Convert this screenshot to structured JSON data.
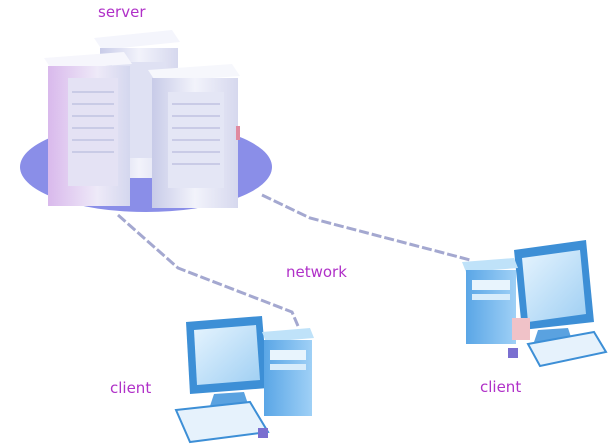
{
  "labels": {
    "server": "server",
    "network": "network",
    "client_left": "client",
    "client_right": "client"
  },
  "colors": {
    "label": "#b030c8",
    "platform": "#8a8ee8",
    "tower_light": "#eceef8",
    "tower_shade": "#c6c9e6",
    "cable": "#a0a4cc",
    "monitor_frame": "#3d8fd6",
    "monitor_screen": "#bfe0f8",
    "case": "#6fb2ea"
  }
}
